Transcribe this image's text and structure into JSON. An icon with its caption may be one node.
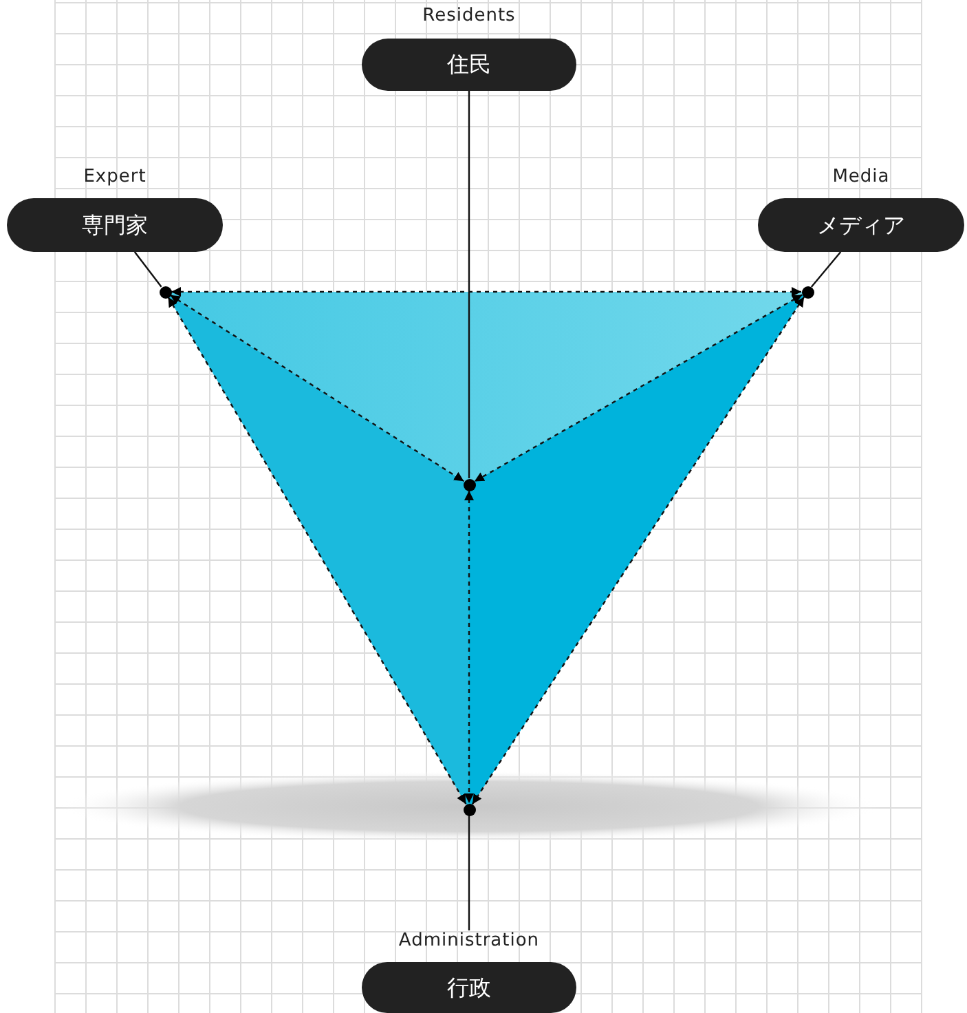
{
  "diagram": {
    "nodes": [
      {
        "text": [
          "Residents",
          "住民"
        ]
      },
      {
        "text": [
          "Expert",
          "専門家"
        ]
      },
      {
        "text": [
          "Media",
          "メディア"
        ]
      },
      {
        "text": [],
        "shape": "circle"
      },
      {
        "text": [],
        "shape": "circle"
      },
      {
        "text": [],
        "shape": "circle"
      },
      {
        "text": [],
        "shape": "circle"
      },
      {
        "text": [
          "Administration",
          "行政"
        ]
      }
    ],
    "edges": [
      {
        "from": 0,
        "to": 5,
        "arrow": "none"
      },
      {
        "from": 1,
        "to": 3,
        "arrow": "none"
      },
      {
        "from": 2,
        "to": 4,
        "arrow": "none"
      },
      {
        "from": 3,
        "to": 4,
        "arrow": "both",
        "style": "dashed"
      },
      {
        "from": 3,
        "to": 5,
        "arrow": "both",
        "style": "dashed"
      },
      {
        "from": 4,
        "to": 5,
        "arrow": "both",
        "style": "dashed"
      },
      {
        "from": 5,
        "to": 6,
        "arrow": "both",
        "style": "dashed"
      },
      {
        "from": 3,
        "to": 6,
        "arrow": "both",
        "style": "dashed"
      },
      {
        "from": 4,
        "to": 6,
        "arrow": "both",
        "style": "dashed"
      },
      {
        "from": 7,
        "to": 6,
        "arrow": "none"
      }
    ]
  }
}
